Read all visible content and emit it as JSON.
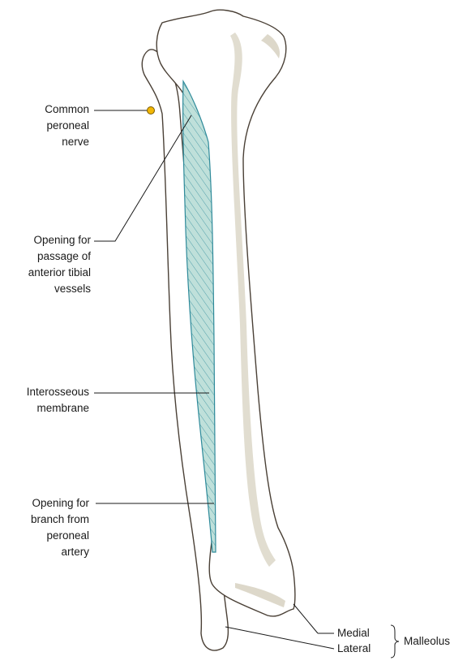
{
  "labels": {
    "common_peroneal_nerve": [
      "Common",
      "peroneal",
      "nerve"
    ],
    "opening_anterior_tibial": [
      "Opening for",
      "passage of",
      "anterior tibial",
      "vessels"
    ],
    "interosseous_membrane": [
      "Interosseous",
      "membrane"
    ],
    "opening_peroneal_branch": [
      "Opening for",
      "branch from",
      "peroneal",
      "artery"
    ],
    "medial": "Medial",
    "lateral": "Lateral",
    "malleolus": "Malleolus"
  },
  "colors": {
    "bone_fill": "#ffffff",
    "bone_outline": "#4a4036",
    "bone_shade": "#d9d4c4",
    "membrane_fill": "#bfe0da",
    "membrane_stroke": "#2e8a9a",
    "nerve_marker": "#f2b705",
    "leader_line": "#1a1a1a"
  }
}
